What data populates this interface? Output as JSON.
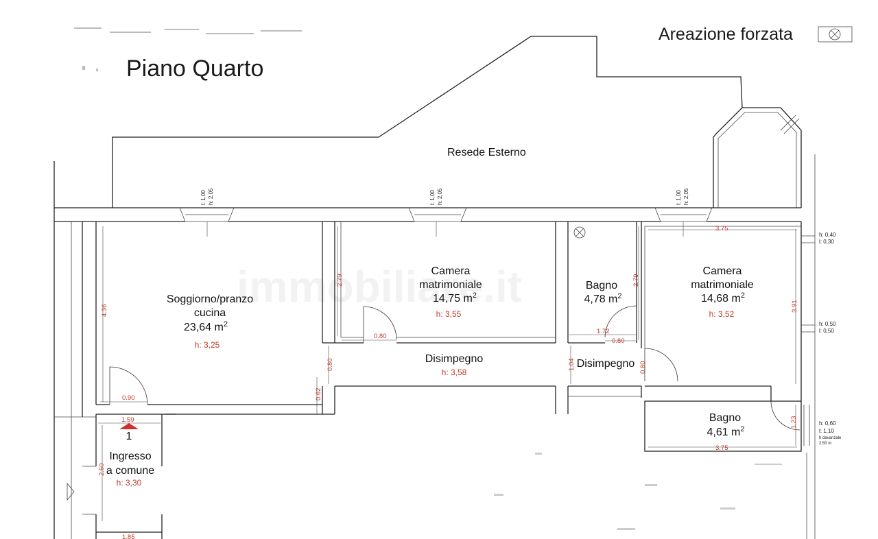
{
  "title": "Piano Quarto",
  "legend": {
    "label": "Areazione forzata",
    "icon": "forced-ventilation-icon"
  },
  "exterior_label": "Resede Esterno",
  "watermark": "immobiliare.it",
  "rooms": {
    "soggiorno": {
      "name1": "Soggiorno/pranzo",
      "name2": "cucina",
      "area": "23,64 m",
      "height": "h: 3,25"
    },
    "camera1": {
      "name1": "Camera",
      "name2": "matrimoniale",
      "area": "14,75 m",
      "height": "h: 3,55"
    },
    "bagno1": {
      "name1": "Bagno",
      "area": "4,78 m"
    },
    "camera2": {
      "name1": "Camera",
      "name2": "matrimoniale",
      "area": "14,68 m",
      "height": "h: 3,52"
    },
    "disimpegno1": {
      "name1": "Disimpegno",
      "height": "h: 3,58"
    },
    "disimpegno2": {
      "name1": "Disimpegno"
    },
    "bagno2": {
      "name1": "Bagno",
      "area": "4,61 m"
    },
    "ingresso": {
      "name1": "Ingresso",
      "name2": "a comune",
      "height": "h: 3,30"
    }
  },
  "area_unit_exponent": "2",
  "entrance_number": "1",
  "dimensions": {
    "d436": "4.36",
    "d279a": "2.79",
    "d279b": "2.79",
    "d391": "3.91",
    "d375a": "3.75",
    "d375b": "3.75",
    "d080a": "0.80",
    "d080b": "0.80",
    "d080c": "0.80",
    "d080d": "0.80",
    "d090": "0.90",
    "d159": "1.59",
    "d062": "0.62",
    "d104": "1.04",
    "d172": "1.72",
    "d123": "1.23",
    "d260": "2.60",
    "d185": "1.85"
  },
  "window_notes": {
    "w1": {
      "h": "h: 2,05",
      "l": "l: 1,00"
    },
    "w2": {
      "h": "h: 2,05",
      "l": "l: 1,00"
    },
    "w3": {
      "h": "h: 2,05",
      "l": "l: 1,00"
    },
    "w4": {
      "h": "h: 0,40",
      "l": "l: 0,30"
    },
    "w5": {
      "h": "h: 0,50",
      "l": "l: 0,50"
    },
    "w6": {
      "h": "h: 0,60",
      "l": "l: 1,10",
      "extra1": "h davanzale",
      "extra2": "2,50 m"
    }
  }
}
